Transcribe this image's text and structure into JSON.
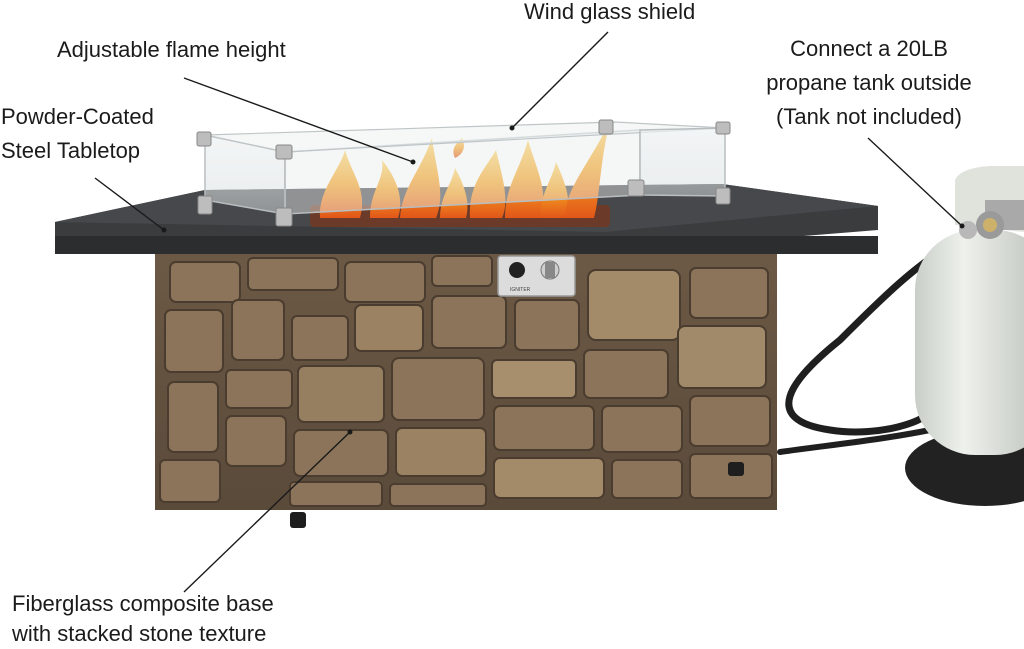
{
  "labels": {
    "wind_glass_shield": "Wind glass shield",
    "adjustable_flame_height": "Adjustable flame height",
    "tabletop_line1": "Powder-Coated",
    "tabletop_line2": "Steel Tabletop",
    "propane_line1": "Connect a 20LB",
    "propane_line2": "propane tank outside",
    "propane_line3": "(Tank not included)",
    "base_line1": "Fiberglass composite base",
    "base_line2": "with stacked stone texture"
  },
  "control_panel": {
    "igniter_text": "IGNITER"
  },
  "colors": {
    "tabletop": "#3a3b3d",
    "stone_base": "#7a6650",
    "flame": "#f29a1e",
    "tank": "#dde2dc"
  }
}
